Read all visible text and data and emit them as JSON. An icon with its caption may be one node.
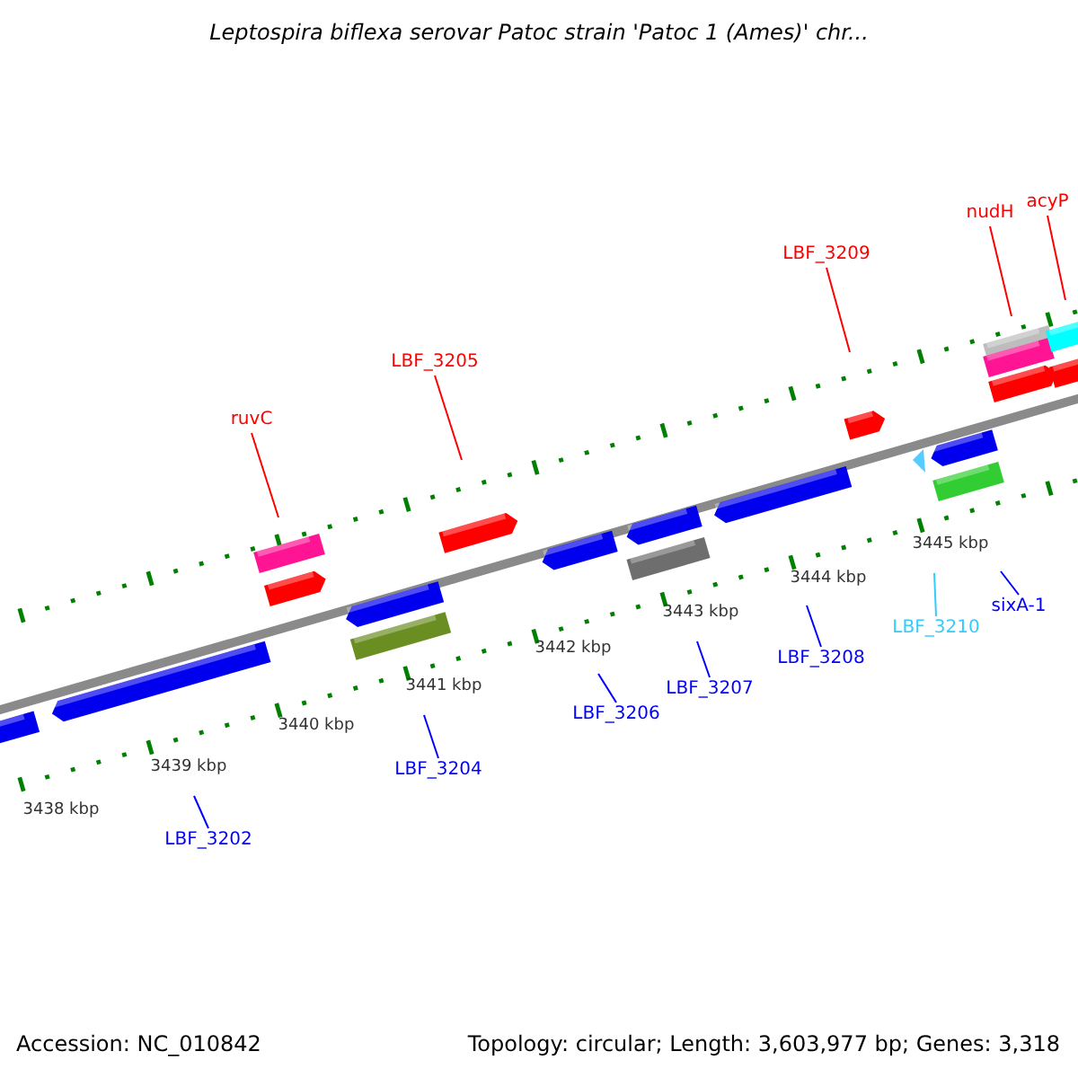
{
  "diagram": {
    "title": "Leptospira biflexa serovar Patoc strain 'Patoc 1 (Ames)' chr...",
    "nodes": [
      {
        "text": [
          "acyP"
        ]
      },
      {
        "text": [
          "nudH"
        ]
      },
      {
        "text": [
          "LBF_3209"
        ]
      },
      {
        "text": [
          "LBF_3205"
        ]
      },
      {
        "text": [
          "ruvC"
        ]
      },
      {
        "text": [
          "sixA-1"
        ]
      },
      {
        "text": [
          "LBF_3210"
        ]
      },
      {
        "text": [
          "LBF_3208"
        ]
      },
      {
        "text": [
          "LBF_3207"
        ]
      },
      {
        "text": [
          "LBF_3206"
        ]
      },
      {
        "text": [
          "LBF_3204"
        ]
      },
      {
        "text": [
          "LBF_3202"
        ]
      }
    ],
    "edges": [
      {
        "from": 0,
        "to": null,
        "arrow": "none",
        "color": "#ff0000"
      },
      {
        "from": 1,
        "to": null,
        "arrow": "none",
        "color": "#ff0000"
      },
      {
        "from": 2,
        "to": null,
        "arrow": "none",
        "color": "#ff0000"
      },
      {
        "from": 3,
        "to": null,
        "arrow": "none",
        "color": "#ff0000"
      },
      {
        "from": 4,
        "to": null,
        "arrow": "none",
        "color": "#ff0000"
      },
      {
        "from": 5,
        "to": null,
        "arrow": "none"
      },
      {
        "from": 6,
        "to": null,
        "arrow": "none",
        "color": "#33ccff"
      },
      {
        "from": 7,
        "to": null,
        "arrow": "none"
      },
      {
        "from": 8,
        "to": null,
        "arrow": "none"
      },
      {
        "from": 9,
        "to": null,
        "arrow": "none"
      },
      {
        "from": 10,
        "to": null,
        "arrow": "none"
      },
      {
        "from": 11,
        "to": null,
        "arrow": "none"
      }
    ],
    "labels": [
      "3445 kbp",
      "3444 kbp",
      "3443 kbp",
      "3442 kbp",
      "3441 kbp",
      "3440 kbp",
      "3439 kbp",
      "3438 kbp",
      "Accession: NC_010842",
      "Topology: circular; Length: 3,603,977 bp; Genes: 3,318"
    ]
  }
}
